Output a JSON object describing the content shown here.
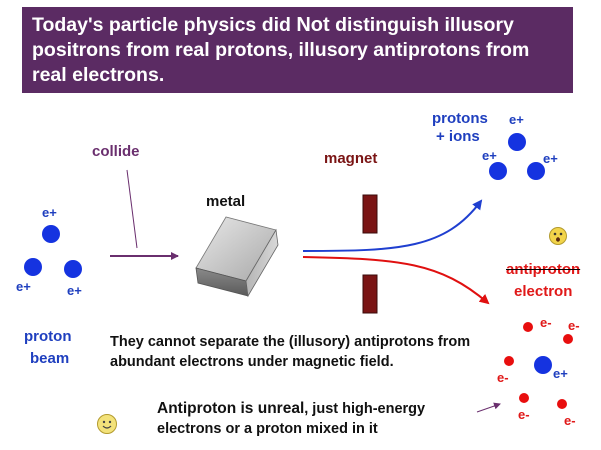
{
  "title": {
    "part1": "Today's particle physics did ",
    "emphasis": "Not",
    "part2": " distinguish illusory positrons from real protons,  illusory antiprotons from real electrons."
  },
  "labels": {
    "collide": "collide",
    "metal": "metal",
    "magnet": "magnet",
    "protons_ions_line1": "protons",
    "protons_ions_line2": "+ ions",
    "antiproton": "antiproton",
    "electron": "electron",
    "proton_beam_line1": "proton",
    "proton_beam_line2": "beam"
  },
  "charges": {
    "positron": "e+",
    "electron": "e-"
  },
  "captions": {
    "separation": "They cannot separate the (illusory) antiprotons from abundant electrons under magnetic field.",
    "unreal_strong": "Antiproton is unreal",
    "unreal_rest": ", just high-energy electrons or a proton mixed in it"
  },
  "colors": {
    "title_bg": "#5b2b63",
    "proton_blue": "#1533e0",
    "electron_red": "#e80e0e",
    "magnet_red": "#7a1414",
    "arrow_purple": "#6a2f6e"
  },
  "icons": {
    "surprised_face": "surprised-face-icon",
    "smiling_face": "smiling-face-icon"
  }
}
